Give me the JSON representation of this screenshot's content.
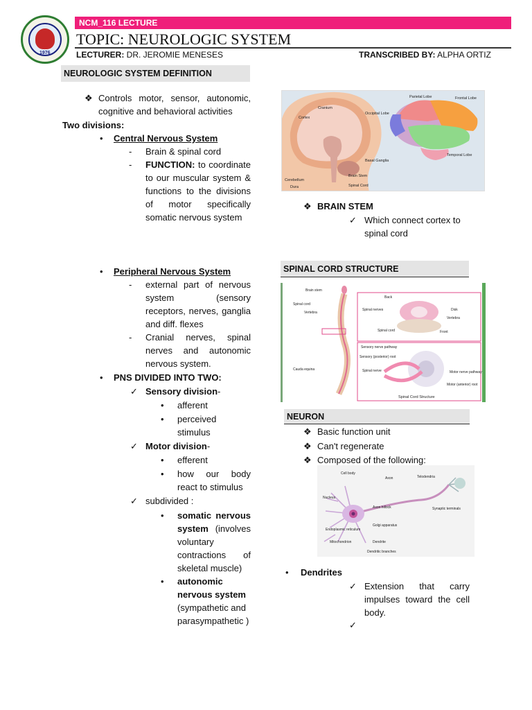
{
  "header": {
    "course": "NCM_116 LECTURE",
    "topic": "TOPIC: NEUROLOGIC SYSTEM",
    "lecturer_label": "LECTURER:",
    "lecturer": " DR. JEROMIE MENESES",
    "transcriber_label": "TRANSCRIBED BY:",
    "transcriber": " ALPHA ORTIZ",
    "seal_year": "1976"
  },
  "left": {
    "section_title": "NEUROLOGIC SYSTEM DEFINITION",
    "definition": "Controls motor, sensor, autonomic, cognitive and behavioral activities",
    "two_divisions": "Two divisions:",
    "cns_title": "Central Nervous System",
    "cns_brain": "Brain & spinal cord",
    "cns_function_label": "FUNCTION:",
    "cns_function_text": " to coordinate to our muscular system & functions to the divisions of motor specifically somatic nervous system",
    "pns_title": "Peripheral Nervous System",
    "pns_external": "external part of nervous system (sensory receptors, nerves, ganglia and diff. flexes",
    "pns_cranial": "Cranial nerves, spinal nerves and autonomic nervous system.",
    "pns_divided": "PNS DIVIDED INTO TWO:",
    "sensory_label": "Sensory division",
    "sensory_dash": "-",
    "afferent": "afferent",
    "perceived": "perceived stimulus",
    "motor_label": "Motor division",
    "motor_dash": "-",
    "efferent": "efferent",
    "react": "how our body react to stimulus",
    "subdivided": "subdivided :",
    "somatic_label": "somatic nervous system",
    "somatic_text": " (involves voluntary contractions of skeletal muscle)",
    "autonomic_label": "autonomic nervous system",
    "autonomic_text": " (sympathetic and parasympathetic )"
  },
  "right": {
    "brain_labels": {
      "cranium": "Cranium",
      "cortex": "Cortex",
      "occipital": "Occipital Lobe",
      "parietal": "Parietal Lobe",
      "frontal": "Frontal Lobe",
      "temporal": "Temporal Lobe",
      "basal": "Basal Ganglia",
      "brainstem": "Brain Stem",
      "spinalcord": "Spinal Cord",
      "cerebellum": "Cerebellum",
      "dura": "Dura"
    },
    "brain_stem_title": "BRAIN STEM",
    "brain_stem_text": "Which connect cortex to spinal cord",
    "spinal_title": "SPINAL CORD STRUCTURE",
    "spine_labels": {
      "brainstem": "Brain stem",
      "spinalcord": "Spinal cord",
      "vertebra": "Vertebra",
      "cauda": "Cauda equina",
      "back": "Back",
      "spinalnerves": "Spinal nerves",
      "disk": "Disk",
      "vertebra2": "Vertebra",
      "spinalcord2": "Spinal cord",
      "front": "Front",
      "pathway": "Sensory nerve pathway",
      "sensroot": "Sensory (posterior) root",
      "spinalnerve": "Spinal nerve",
      "motorpath": "Motor nerve pathway",
      "motorroot": "Motor (anterior) root",
      "caption": "Spinal Cord Structure"
    },
    "neuron_title": "NEURON",
    "neuron_items": [
      "Basic function unit",
      "Can't regenerate",
      "Composed of the following:"
    ],
    "neuron_labels": {
      "cellbody": "Cell body",
      "axon": "Axon",
      "telodendria": "Telodendria",
      "nucleus": "Nucleus",
      "hillock": "Axon hillock",
      "golgi": "Golgi apparatus",
      "er": "Endoplasmic reticulum",
      "mito": "Mitochondrion",
      "dendrite": "Dendrite",
      "branches": "Dendritic branches",
      "terminals": "Synaptic terminals"
    },
    "dendrites_title": "Dendrites",
    "dendrites_text": "Extension that carry impulses toward the cell body."
  }
}
